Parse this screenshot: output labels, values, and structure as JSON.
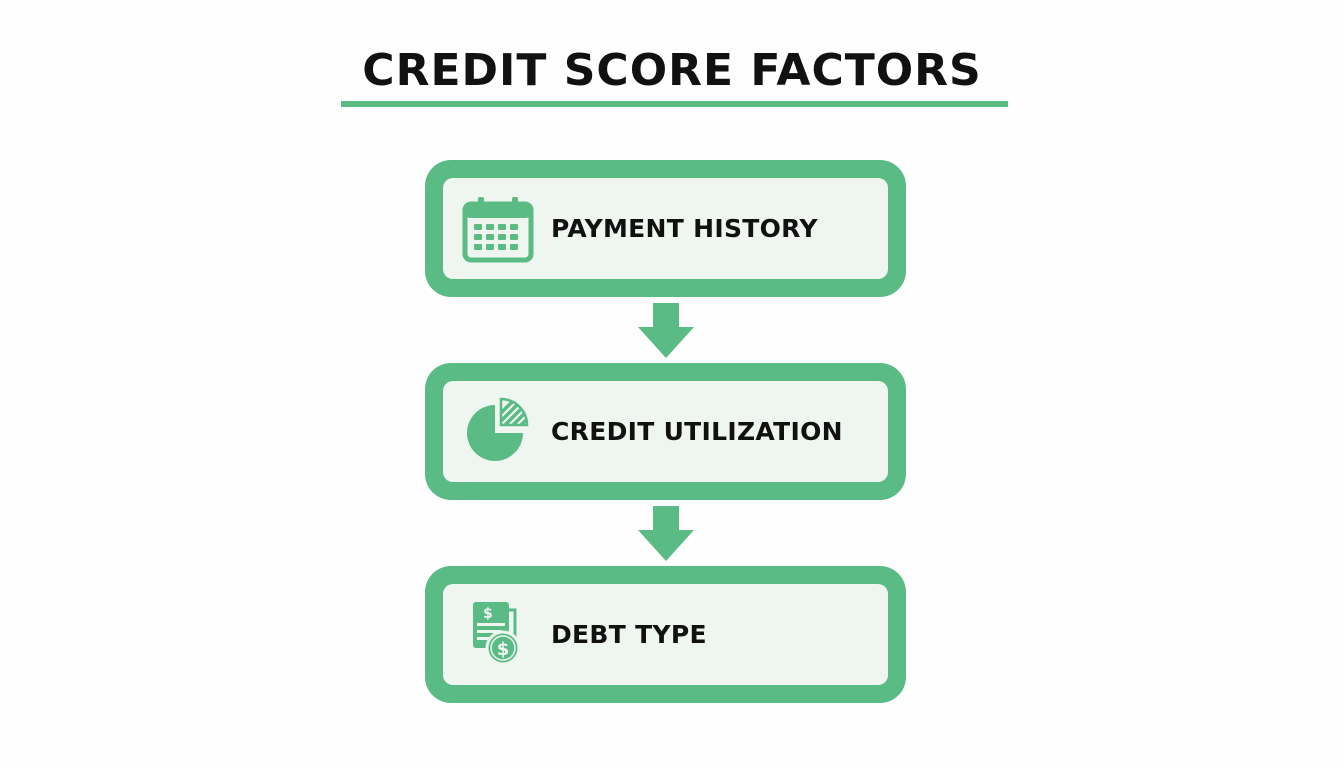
{
  "title": "CREDIT SCORE FACTORS",
  "colors": {
    "accent": "#5bbb85",
    "card_fill": "#eef6ef",
    "text": "#111111"
  },
  "steps": [
    {
      "label": "PAYMENT HISTORY",
      "icon": "calendar-icon"
    },
    {
      "label": "CREDIT UTILIZATION",
      "icon": "pie-chart-icon"
    },
    {
      "label": "DEBT TYPE",
      "icon": "document-dollar-icon"
    }
  ]
}
